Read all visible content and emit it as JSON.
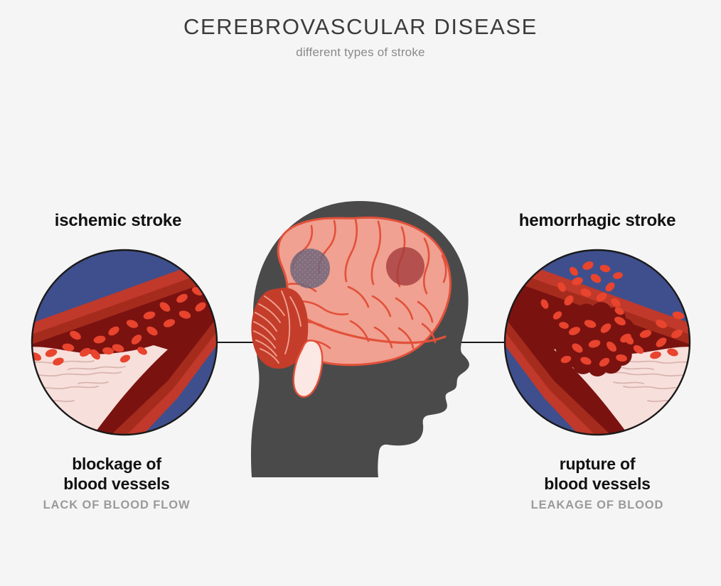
{
  "page": {
    "background_color": "#f5f5f5"
  },
  "header": {
    "title": "CEREBROVASCULAR DISEASE",
    "subtitle": "different types of stroke"
  },
  "left_panel": {
    "heading": "ischemic stroke",
    "caption_line1": "blockage of",
    "caption_line2": "blood vessels",
    "caption_sub": "LACK OF BLOOD FLOW",
    "diagram_name": "blocked-vessel-cross-section",
    "lesion_name": "ischemic-lesion-marker"
  },
  "right_panel": {
    "heading": "hemorrhagic stroke",
    "caption_line1": "rupture of",
    "caption_line2": "blood vessels",
    "caption_sub": "LEAKAGE OF BLOOD",
    "diagram_name": "ruptured-vessel-cross-section",
    "lesion_name": "hemorrhagic-lesion-marker"
  },
  "center": {
    "subject": "human head profile with brain",
    "parts": [
      "head-silhouette",
      "cerebrum",
      "cerebellum",
      "brainstem"
    ]
  },
  "colors": {
    "background": "#f5f5f5",
    "title_text": "#3b3b3b",
    "subtitle_text": "#8a8a8a",
    "heading_text": "#111111",
    "caption_sub_text": "#9a9a9a",
    "circle_blue": "#3f4f8d",
    "circle_outline": "#1a1a1a",
    "vessel_wall_outer": "#c0392b",
    "vessel_wall_inner": "#a52b1d",
    "vessel_lumen": "#7a1210",
    "blood_cell": "#e8442e",
    "plaque": "#f7dfdb",
    "plaque_line": "#d8b3ad",
    "head_silhouette": "#4a4a4a",
    "brain_fill": "#f0a191",
    "brain_sulci": "#e2503a",
    "cerebellum": "#c43d2a",
    "cerebellum_line": "#f0a191",
    "brainstem": "#fbe7e3",
    "lesion_ischemic": "#6b6379",
    "lesion_hemorrhagic": "#a33b3b",
    "connector_line": "#1a1a1a"
  }
}
